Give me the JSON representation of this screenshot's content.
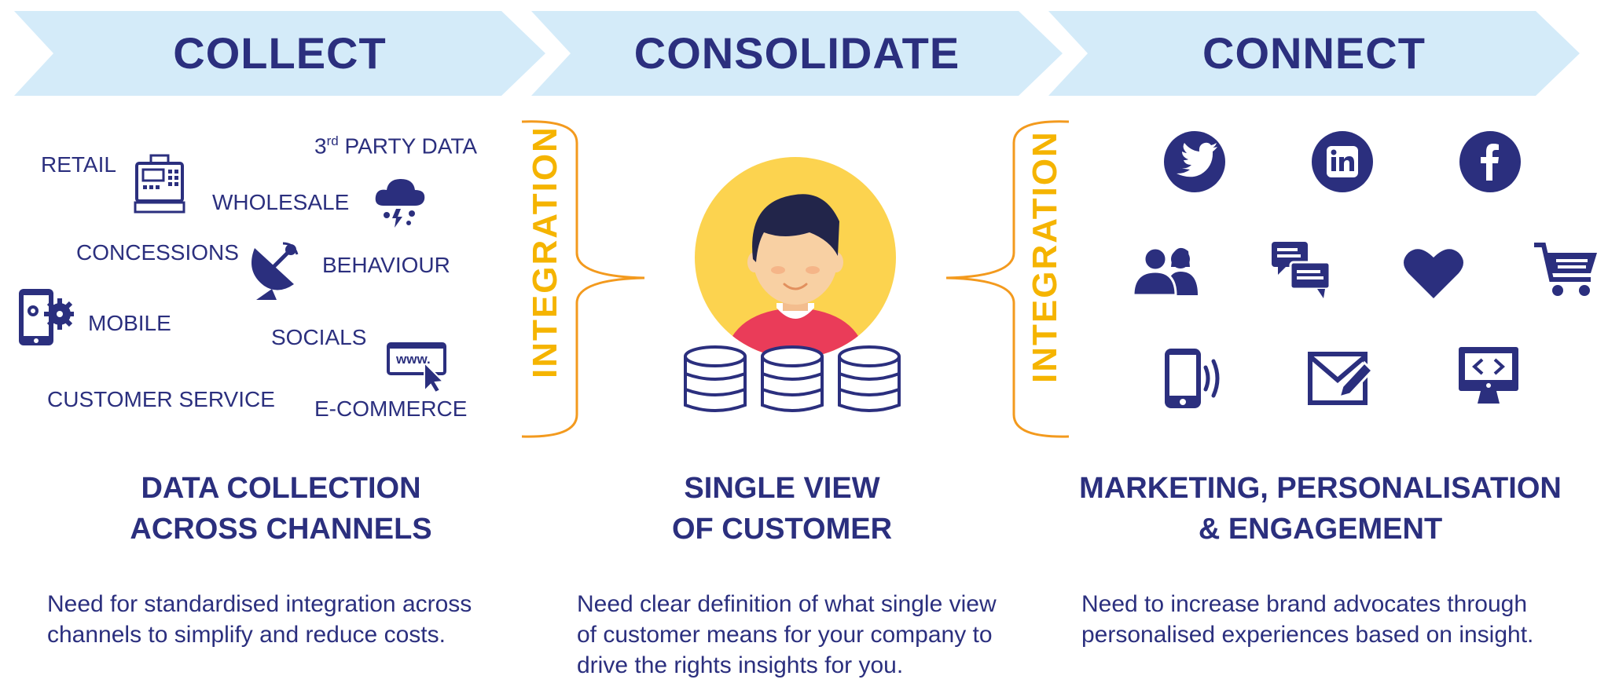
{
  "stages": [
    {
      "title": "COLLECT"
    },
    {
      "title": "CONSOLIDATE"
    },
    {
      "title": "CONNECT"
    }
  ],
  "collect": {
    "retail": "RETAIL",
    "third_party_num": "3",
    "third_party_sup": "rd",
    "third_party_rest": " PARTY DATA",
    "wholesale": "WHOLESALE",
    "concessions": "CONCESSIONS",
    "behaviour": "BEHAVIOUR",
    "mobile": "MOBILE",
    "socials": "SOCIALS",
    "customer_service": "CUSTOMER SERVICE",
    "ecommerce": "E-COMMERCE",
    "www": "www."
  },
  "integration": {
    "left": "INTEGRATION",
    "right": "INTEGRATION"
  },
  "headings": {
    "collect_line1": "DATA COLLECTION",
    "collect_line2": "ACROSS CHANNELS",
    "consolidate_line1": "SINGLE VIEW",
    "consolidate_line2": "OF CUSTOMER",
    "connect_line1": "MARKETING, PERSONALISATION",
    "connect_line2": "& ENGAGEMENT"
  },
  "descriptions": {
    "collect_line1": "Need for standardised integration across",
    "collect_line2": "channels to simplify and reduce costs.",
    "consolidate_line1": "Need clear definition of what single view",
    "consolidate_line2": "of customer means for your company to",
    "consolidate_line3": "drive the rights insights for you.",
    "connect_line1": "Need to increase brand advocates through",
    "connect_line2": "personalised experiences based on insight."
  },
  "colors": {
    "navy": "#2b2f7e",
    "chevron": "#d4ebf9",
    "accent_yellow": "#f5b400",
    "bracket_orange": "#f39a1e",
    "avatar_circle": "#fcd34f",
    "shirt": "#ea3c59",
    "skin": "#f8d0a3",
    "hair": "#22254a"
  },
  "icons": {
    "collect": [
      "cash-register-icon",
      "cloud-rain-icon",
      "satellite-dish-icon",
      "mobile-gears-icon",
      "web-cursor-icon"
    ],
    "connect": [
      "twitter-icon",
      "linkedin-icon",
      "facebook-icon",
      "people-icon",
      "chat-bubbles-icon",
      "heart-icon",
      "shopping-cart-icon",
      "phone-ringing-icon",
      "envelope-pencil-icon",
      "monitor-code-icon"
    ]
  }
}
